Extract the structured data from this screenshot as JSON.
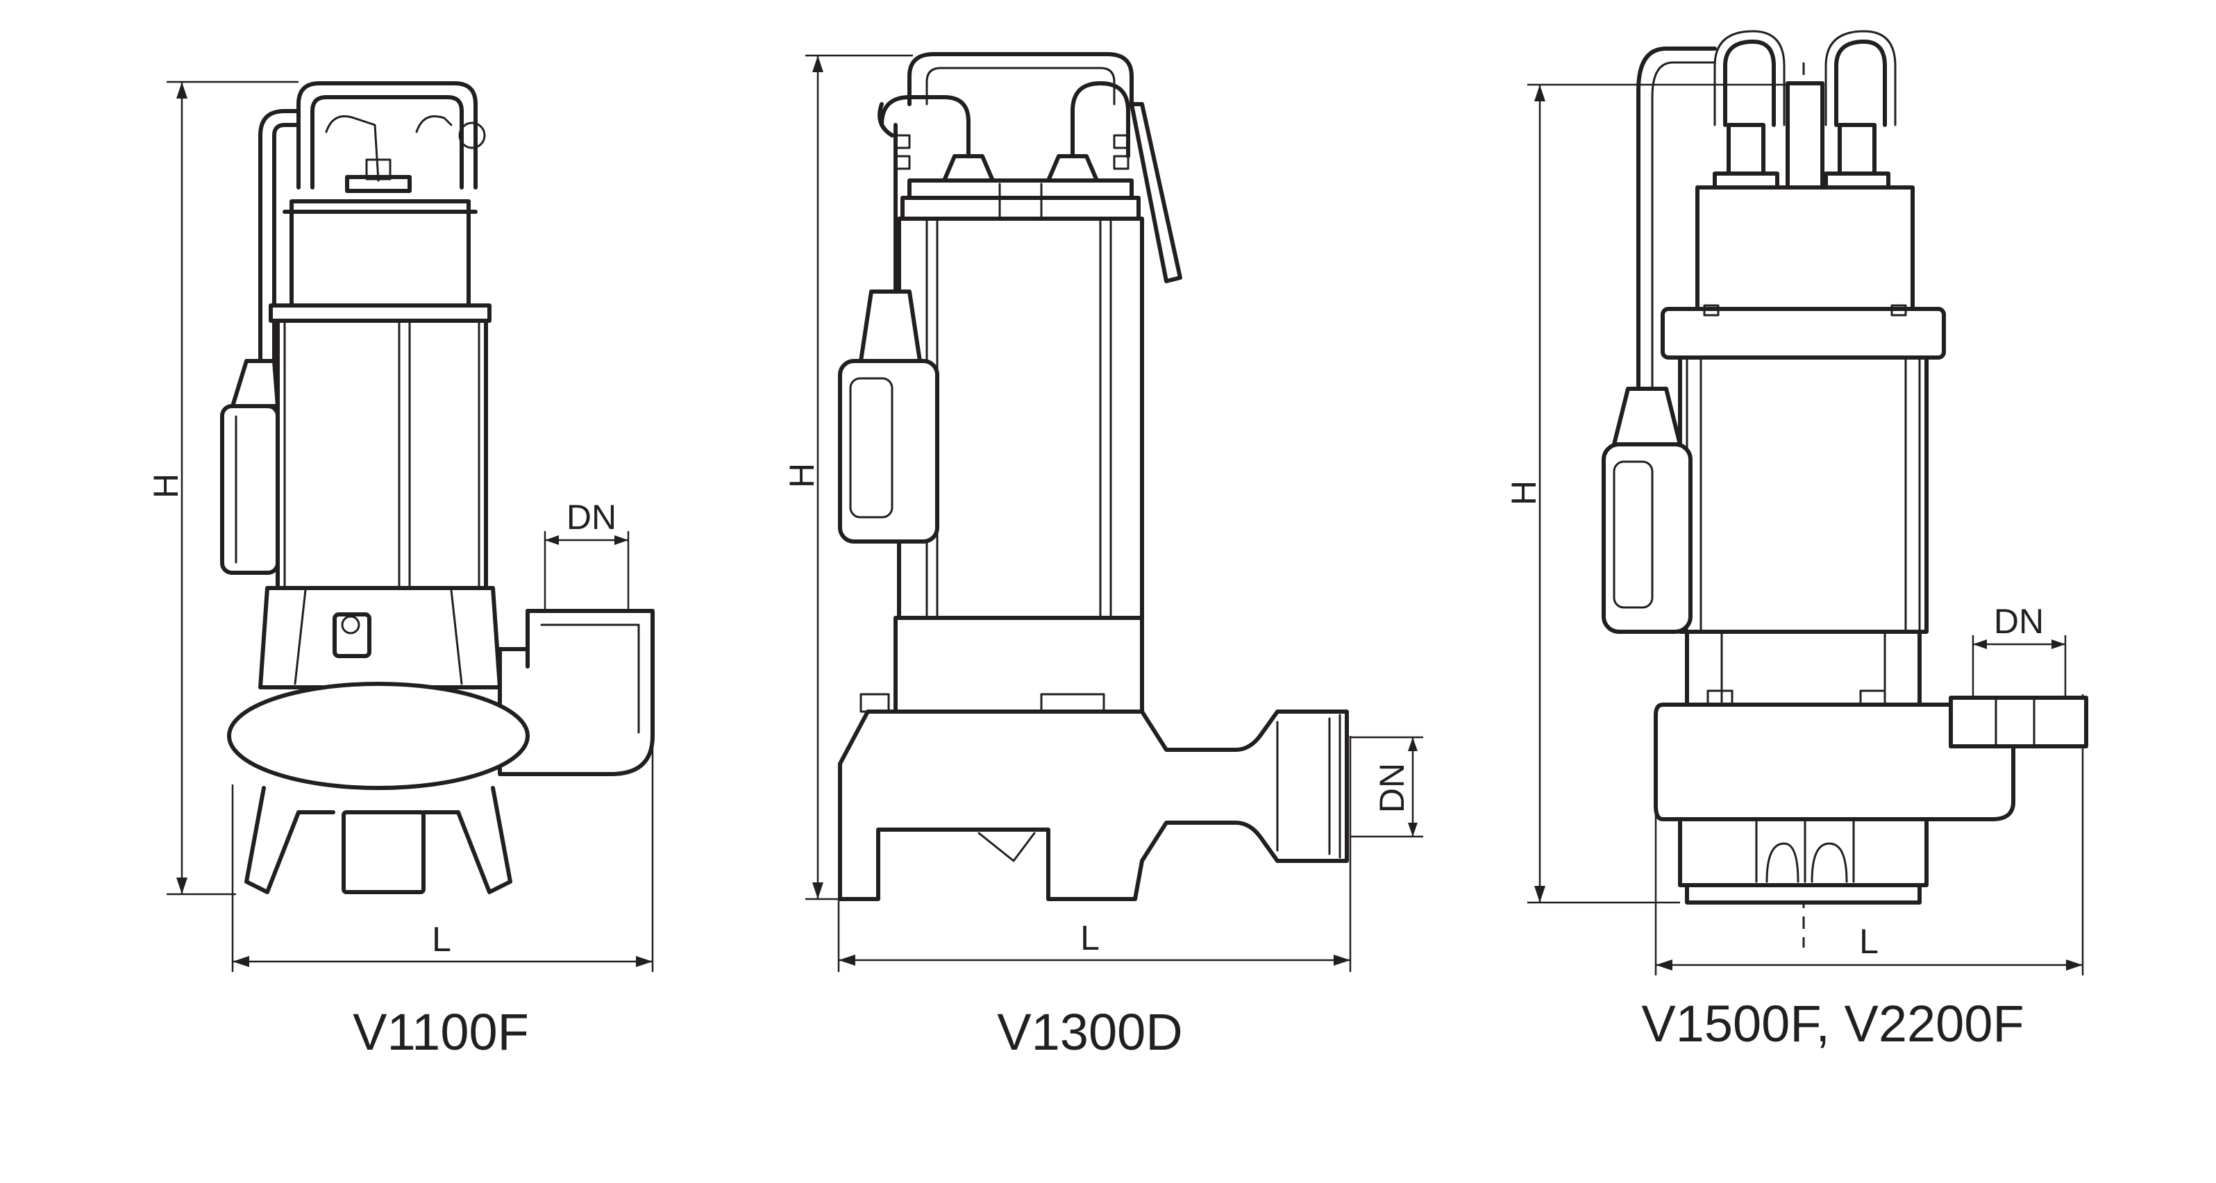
{
  "drawings": [
    {
      "id": "v1100f",
      "model": "V1100F",
      "dimension_labels": {
        "height": "H",
        "length": "L",
        "outlet": "DN"
      }
    },
    {
      "id": "v1300d",
      "model": "V1300D",
      "dimension_labels": {
        "height": "H",
        "length": "L",
        "outlet": "DN"
      }
    },
    {
      "id": "v1500f-v2200f",
      "model": "V1500F, V2200F",
      "dimension_labels": {
        "height": "H",
        "length": "L",
        "outlet": "DN"
      }
    }
  ],
  "colors": {
    "ink": "#231f20",
    "background": "#ffffff"
  }
}
